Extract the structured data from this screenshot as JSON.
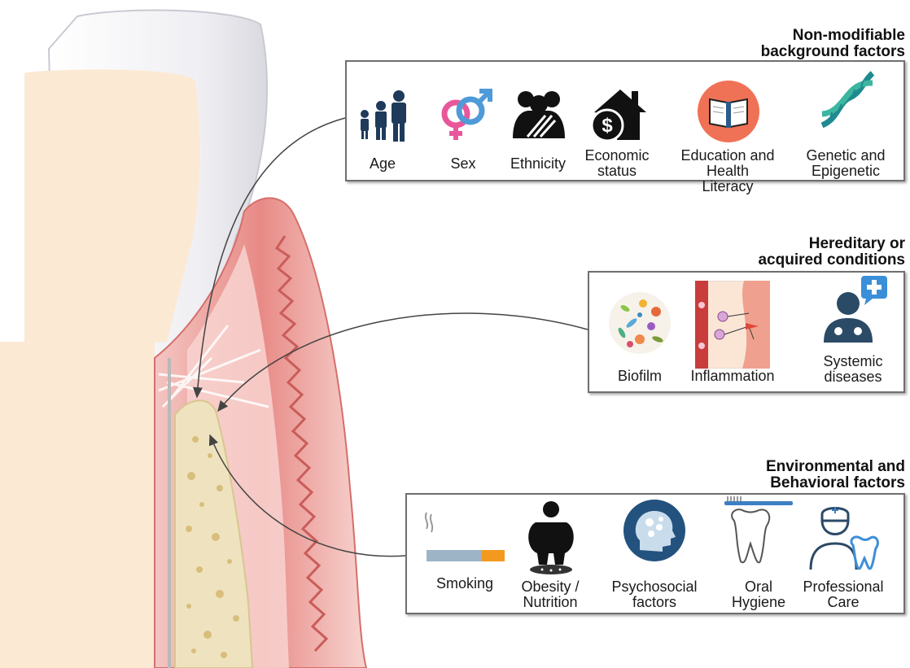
{
  "sections": {
    "non_modifiable": {
      "title_line1": "Non-modifiable",
      "title_line2": "background factors",
      "factors": [
        {
          "label": "Age",
          "icon": "family-age-icon"
        },
        {
          "label": "Sex",
          "icon": "gender-symbols-icon"
        },
        {
          "label": "Ethnicity",
          "icon": "ethnicity-people-icon"
        },
        {
          "label": "Economic\nstatus",
          "icon": "house-dollar-icon"
        },
        {
          "label": "Education and\nHealth Literacy",
          "icon": "book-icon"
        },
        {
          "label": "Genetic and\nEpigenetic",
          "icon": "dna-icon"
        }
      ]
    },
    "hereditary": {
      "title_line1": "Hereditary or",
      "title_line2": "acquired conditions",
      "factors": [
        {
          "label": "Biofilm",
          "icon": "bacteria-biofilm-icon"
        },
        {
          "label": "Inflammation",
          "icon": "inflammation-tissue-icon"
        },
        {
          "label": "Systemic\ndiseases",
          "icon": "doctor-medical-icon"
        }
      ]
    },
    "environmental": {
      "title_line1": "Environmental and",
      "title_line2": "Behavioral factors",
      "factors": [
        {
          "label": "Smoking",
          "icon": "cigarette-icon"
        },
        {
          "label": "Obesity /\nNutrition",
          "icon": "obese-person-scale-icon"
        },
        {
          "label": "Psychosocial\nfactors",
          "icon": "brain-head-icon"
        },
        {
          "label": "Oral\nHygiene",
          "icon": "tooth-brush-icon"
        },
        {
          "label": "Professional\nCare",
          "icon": "dentist-icon"
        }
      ]
    }
  },
  "colors": {
    "gingiva": "#e07c7c",
    "bone": "#efe3bf",
    "enamel": "#f2f2f5",
    "dentin": "#fbe8d3",
    "box_border": "#6f6f6f"
  }
}
